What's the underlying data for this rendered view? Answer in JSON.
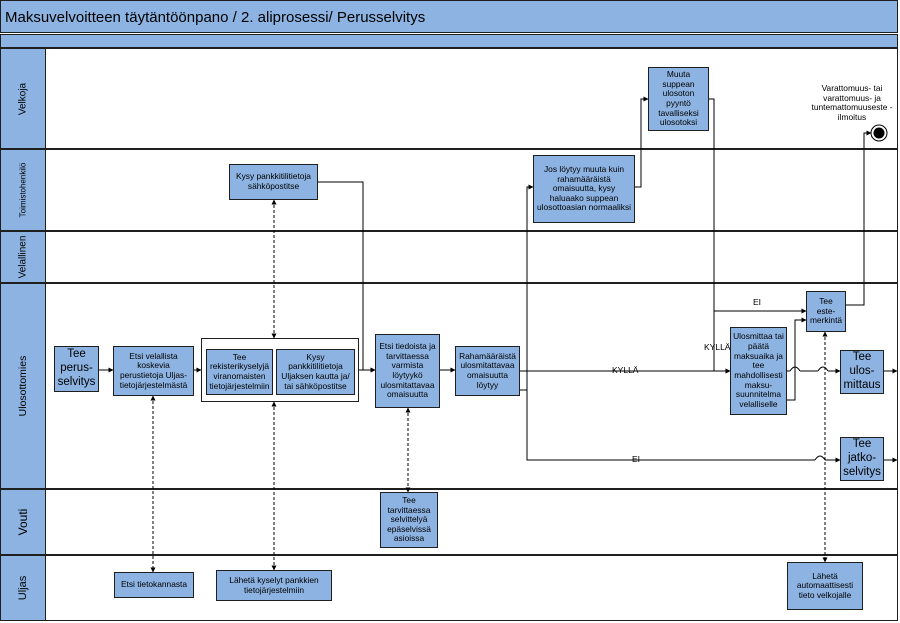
{
  "header": {
    "title": "Maksuvelvoitteen täytäntöönpano / 2. aliprosessi/ Perusselvitys"
  },
  "lanes": {
    "velkoja": "Velkoja",
    "toimistohenkilo": "Toimistohenkilö",
    "velallinen": "Velallinen",
    "ulosottomies": "Ulosottomies",
    "vouti": "Vouti",
    "uljas": "Uljas"
  },
  "nodes": {
    "tee_perusselvitys": "Tee perus-selvitys",
    "etsi_velallista": "Etsi velallista koskevia perustietoja Uljas-tietojärjestelmästä",
    "tee_rekisterikyselyja": "Tee rekisterikyselyjä viranomaisten tietojärjestelmiin",
    "kysy_pankkitilitietoja_uljas": "Kysy pankkitilitietoja Uljaksen kautta ja/ tai sähköpostitse",
    "kysy_pankkitilitietoja_sahkoposti": "Kysy pankkitilitietoja sähköpostitse",
    "etsi_tiedoista": "Etsi tiedoista ja tarvittaessa varmista löytyykö ulosmitattavaa omaisuutta",
    "rahamaaraista": "Rahamääräistä ulosmitattavaa omaisuutta löytyy",
    "jos_loytyy": "Jos löytyy muuta kuin rahamääräistä omaisuutta, kysy haluaako suppean ulosottoasian normaaliksi",
    "muuta_suppean": "Muuta suppean ulosoton pyyntö tavalliseksi ulosotoksi",
    "ulosmittaa": "Ulosmittaa tai päätä maksuaika ja tee mahdollisesti maksu-suunnitelma velalliselle",
    "tee_estemerkinta": "Tee este-merkintä",
    "tee_ulosmittaus": "Tee ulos-mittaus",
    "tee_jatkoselvitys": "Tee jatko-selvitys",
    "tee_tarvittaessa": "Tee tarvittaessa selvittelyä epäselvissä asioissa",
    "etsi_tietokannasta": "Etsi tietokannasta",
    "laheta_kyselyt": "Lähetä kyselyt pankkien tietojärjestelmiin",
    "laheta_automaattisesti": "Lähetä automaattisesti tieto velkojalle"
  },
  "end_event": {
    "label": "Varattomuus- tai varattomuus- ja tuntemattomuuseste -ilmoitus"
  },
  "edge_labels": {
    "ei_top": "EI",
    "kylla_left": "KYLLÄ",
    "kylla_mid": "KYLLÄ",
    "ei_bottom": "EI"
  }
}
